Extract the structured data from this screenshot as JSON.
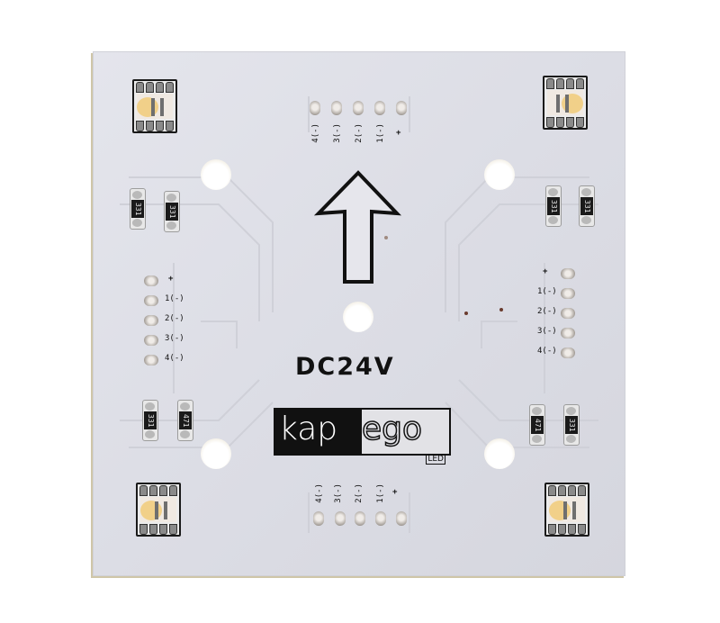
{
  "subject": "kapego LED module PCB, square white board with four RGBW SMD LEDs",
  "board": {
    "color": "#dcdde5",
    "voltage_label": "DC24V",
    "logo": {
      "part_dark": "kap",
      "part_light": "ego",
      "sub": "LED"
    },
    "direction_arrow": "up"
  },
  "connectors": {
    "top": {
      "labels": [
        "4(-)",
        "3(-)",
        "2(-)",
        "1(-)",
        "+"
      ]
    },
    "bottom": {
      "labels": [
        "4(-)",
        "3(-)",
        "2(-)",
        "1(-)",
        "+"
      ]
    },
    "left": {
      "labels": [
        "+",
        "1(-)",
        "2(-)",
        "3(-)",
        "4(-)"
      ]
    },
    "right": {
      "labels": [
        "+",
        "1(-)",
        "2(-)",
        "3(-)",
        "4(-)"
      ]
    }
  },
  "resistors": {
    "top_left": [
      "331",
      "331"
    ],
    "top_right": [
      "331",
      "331"
    ],
    "bottom_left": [
      "331",
      "471"
    ],
    "bottom_right": [
      "471",
      "331"
    ]
  },
  "leds": [
    "top-left",
    "top-right",
    "bottom-left",
    "bottom-right"
  ]
}
